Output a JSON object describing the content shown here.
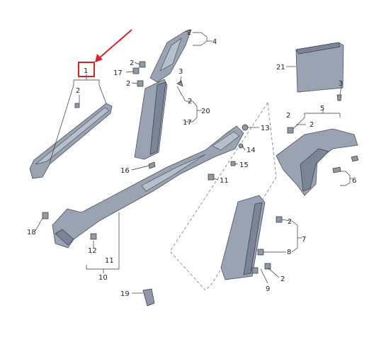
{
  "highlight": {
    "label": "1",
    "box_color": "#e02020",
    "arrow_color": "#e02020"
  },
  "parts": [
    {
      "id": "p1",
      "label": "1"
    },
    {
      "id": "p2a",
      "label": "2"
    },
    {
      "id": "p2b",
      "label": "2"
    },
    {
      "id": "p2c",
      "label": "2"
    },
    {
      "id": "p2d",
      "label": "2"
    },
    {
      "id": "p2e",
      "label": "2"
    },
    {
      "id": "p2f",
      "label": "2"
    },
    {
      "id": "p2g",
      "label": "2"
    },
    {
      "id": "p2h",
      "label": "2"
    },
    {
      "id": "p2i",
      "label": "2"
    },
    {
      "id": "p3a",
      "label": "3"
    },
    {
      "id": "p3b",
      "label": "3"
    },
    {
      "id": "p4",
      "label": "4"
    },
    {
      "id": "p5",
      "label": "5"
    },
    {
      "id": "p6",
      "label": "6"
    },
    {
      "id": "p7",
      "label": "7"
    },
    {
      "id": "p8",
      "label": "8"
    },
    {
      "id": "p9",
      "label": "9"
    },
    {
      "id": "p10",
      "label": "10"
    },
    {
      "id": "p11a",
      "label": "11"
    },
    {
      "id": "p11b",
      "label": "11"
    },
    {
      "id": "p12",
      "label": "12"
    },
    {
      "id": "p13",
      "label": "13"
    },
    {
      "id": "p14",
      "label": "14"
    },
    {
      "id": "p15",
      "label": "15"
    },
    {
      "id": "p16",
      "label": "16"
    },
    {
      "id": "p17a",
      "label": "17"
    },
    {
      "id": "p17b",
      "label": "17"
    },
    {
      "id": "p18",
      "label": "18"
    },
    {
      "id": "p19",
      "label": "19"
    },
    {
      "id": "p20",
      "label": "20"
    },
    {
      "id": "p21",
      "label": "21"
    }
  ]
}
